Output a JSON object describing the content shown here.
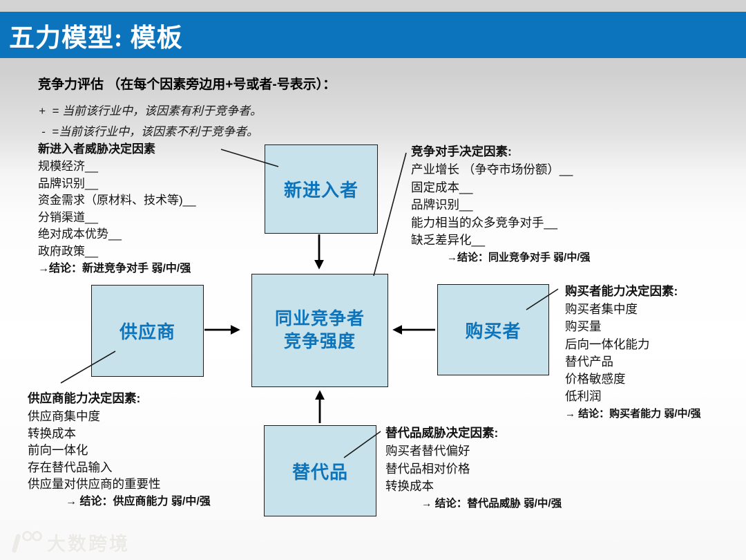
{
  "title": "五力模型: 模板",
  "legend": {
    "heading": "竞争力评估 （在每个因素旁边用+号或者-号表示）：",
    "plus_line": "+  = 当前该行业中，该因素有利于竞争者。",
    "minus_line": "-  =当前该行业中，该因素不利于竞争者。"
  },
  "boxes": {
    "new_entrants": "新进入者",
    "rivalry_line1": "同业竞争者",
    "rivalry_line2": "竞争强度",
    "suppliers": "供应商",
    "buyers": "购买者",
    "substitutes": "替代品"
  },
  "lists": {
    "new_entrants": {
      "header": "新进入者威胁决定因素",
      "items": [
        "规模经济__",
        "品牌识别__",
        "资金需求（原材料、技术等)__",
        "分销渠道__",
        "绝对成本优势__",
        "政府政策__"
      ],
      "conclusion": "→结论：新进竞争对手 弱/中/强"
    },
    "rivals": {
      "header": "竞争对手决定因素:",
      "items": [
        "产业增长 （争夺市场份额）__",
        "固定成本__",
        "品牌识别__",
        "能力相当的众多竞争对手__",
        "缺乏差异化__"
      ],
      "conclusion": "→结论：同业竞争对手 弱/中/强"
    },
    "buyers": {
      "header": "购买者能力决定因素:",
      "items": [
        "购买者集中度",
        "购买量",
        "后向一体化能力",
        "替代产品",
        "价格敏感度",
        "低利润"
      ],
      "conclusion": "→ 结论：购买者能力 弱/中/强"
    },
    "suppliers": {
      "header": "供应商能力决定因素:",
      "items": [
        "供应商集中度",
        "转换成本",
        "前向一体化",
        "存在替代品输入",
        "供应量对供应商的重要性"
      ],
      "conclusion": "→ 结论：供应商能力 弱/中/强"
    },
    "substitutes": {
      "header": "替代品威胁决定因素:",
      "items": [
        "购买者替代偏好",
        "替代品相对价格",
        "转换成本"
      ],
      "conclusion": "→ 结论：替代品威胁 弱/中/强"
    }
  },
  "watermark": "大数跨境",
  "colors": {
    "title_bar_blue": "#0c73bd",
    "box_fill": "#c7e2ea",
    "box_border": "#1c1c1c",
    "box_text_blue": "#0d74bc",
    "connector_black": "#1a1a1a",
    "background_top_gray": "#d3d3d3"
  }
}
